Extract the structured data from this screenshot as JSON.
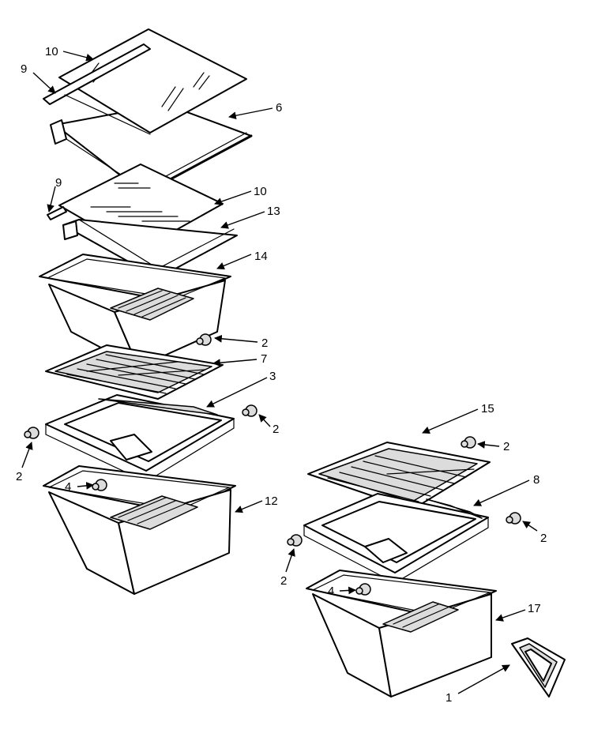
{
  "callouts": {
    "c10a": "10",
    "c9a": "9",
    "c6": "6",
    "c9b": "9",
    "c10b": "10",
    "c13": "13",
    "c14": "14",
    "c2a": "2",
    "c7": "7",
    "c3": "3",
    "c2b": "2",
    "c2c": "2",
    "c4a": "4",
    "c12": "12",
    "c15": "15",
    "c2d": "2",
    "c8": "8",
    "c2e": "2",
    "c2f": "2",
    "c4b": "4",
    "c17": "17",
    "c1": "1"
  }
}
